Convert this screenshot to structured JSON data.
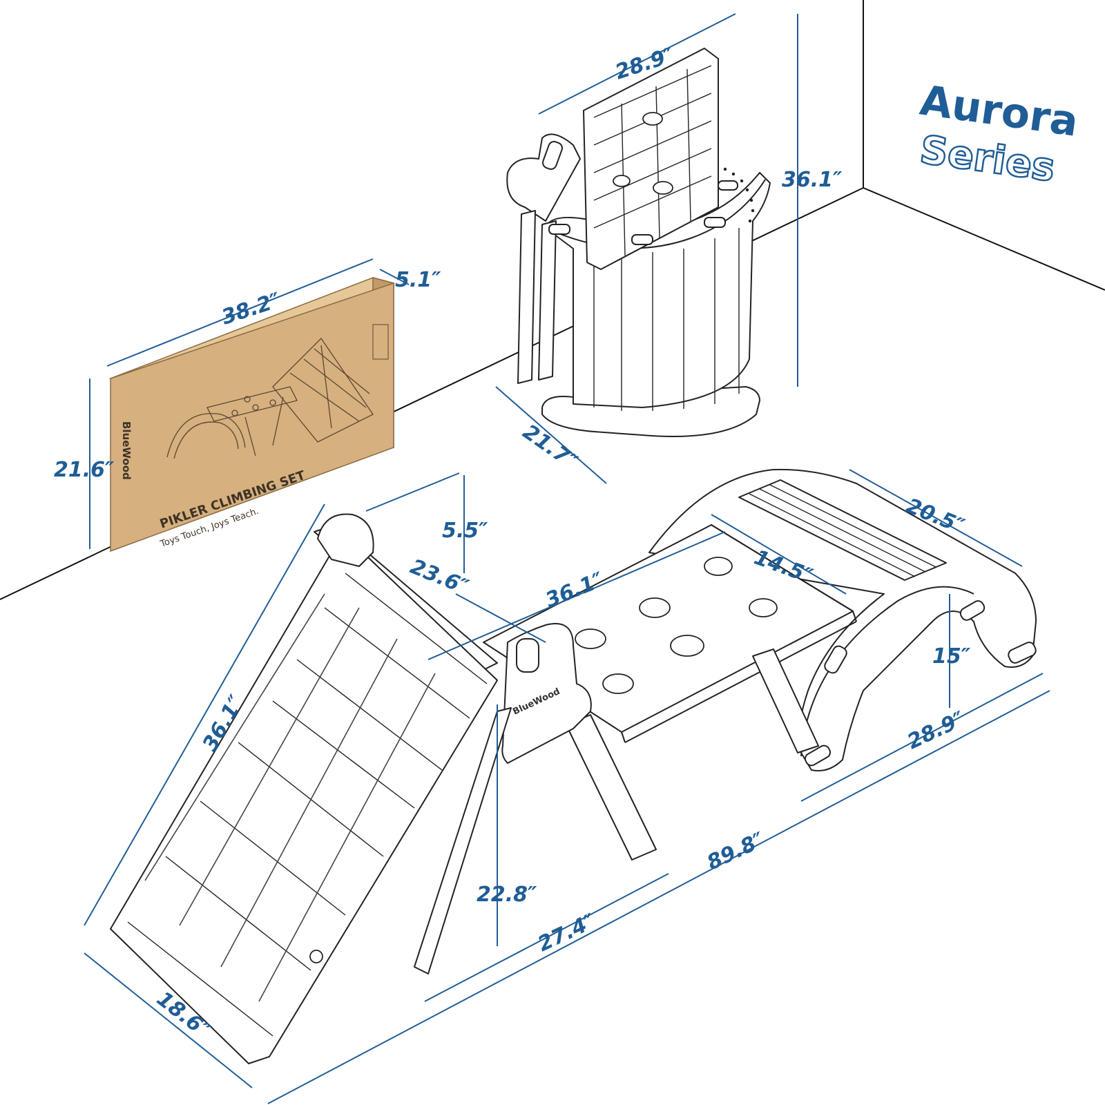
{
  "series": {
    "title": "Aurora",
    "subtitle": "Series"
  },
  "box": {
    "product": "PIKLER CLIMBING SET",
    "tagline": "Toys Touch, Joys Teach.",
    "brand": "BlueWood"
  },
  "brand_label": "BlueWood",
  "dimensions": {
    "box_width": "38.2″",
    "box_depth": "5.1″",
    "box_height": "21.6″",
    "stack_width": "28.9″",
    "stack_height": "36.1″",
    "stack_depth": "21.7″",
    "ramp_length": "36.1″",
    "ramp_width": "18.6″",
    "triangle_depth": "23.6″",
    "hole_spacing": "5.5″",
    "board_length": "36.1″",
    "board_width": "14.5″",
    "arch_depth": "20.5″",
    "arch_height": "15″",
    "arch_length": "28.9″",
    "total_length": "89.8″",
    "triangle_length": "27.4″",
    "triangle_height": "22.8″"
  },
  "colors": {
    "accent": "#1f5d96",
    "box": "#d6b07e",
    "box_side": "#c29a68",
    "line": "#222222"
  }
}
